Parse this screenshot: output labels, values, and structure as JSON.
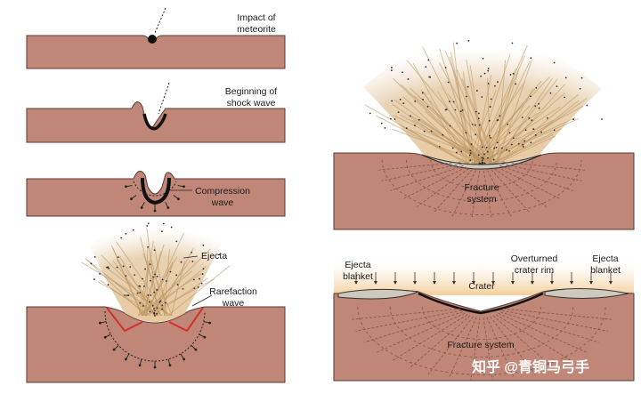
{
  "panels": [
    {
      "label_lines": [
        "Impact of",
        "meteorite"
      ]
    },
    {
      "label_lines": [
        "Beginning of",
        "shock wave"
      ]
    },
    {
      "label_lines": [
        "Compression",
        "wave"
      ]
    },
    {
      "labels": {
        "ejecta": "Ejecta",
        "rarefaction": [
          "Rarefaction",
          "wave"
        ]
      }
    },
    {
      "labels": {
        "fracture": [
          "Fracture",
          "system"
        ]
      }
    },
    {
      "labels": {
        "ejecta_left": [
          "Ejecta",
          "blanket"
        ],
        "rim": [
          "Overturned",
          "crater rim"
        ],
        "ejecta_right": [
          "Ejecta",
          "blanket"
        ],
        "crater": "Crater",
        "fracture": "Fracture system"
      }
    }
  ],
  "watermark": "知乎 @青铜马弓手",
  "colors": {
    "ground": "#c08677",
    "ground_edge": "#5a3a33",
    "ejecta": "#d9b583",
    "rarefaction": "#d0312d",
    "fracture": "#7d564d"
  }
}
